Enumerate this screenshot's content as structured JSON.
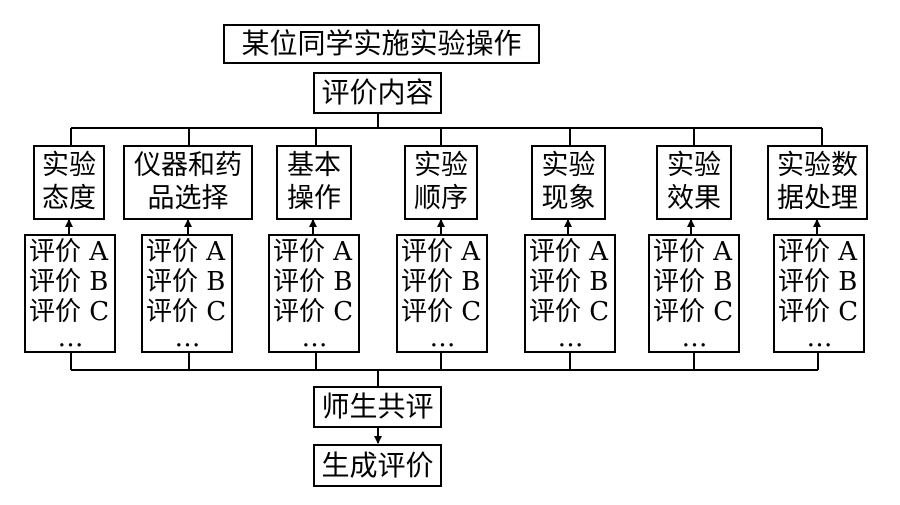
{
  "diagram": {
    "top_title": "某位同学实施实验操作",
    "content_label": "评价内容",
    "categories": [
      {
        "line1": "实验",
        "line2": "态度"
      },
      {
        "line1": "仪器和药",
        "line2": "品选择"
      },
      {
        "line1": "基本",
        "line2": "操作"
      },
      {
        "line1": "实验",
        "line2": "顺序"
      },
      {
        "line1": "实验",
        "line2": "现象"
      },
      {
        "line1": "实验",
        "line2": "效果"
      },
      {
        "line1": "实验数",
        "line2": "据处理"
      }
    ],
    "evaluations": [
      "评价 A",
      "评价 B",
      "评价 C",
      "…"
    ],
    "joint_label": "师生共评",
    "result_label": "生成评价"
  }
}
